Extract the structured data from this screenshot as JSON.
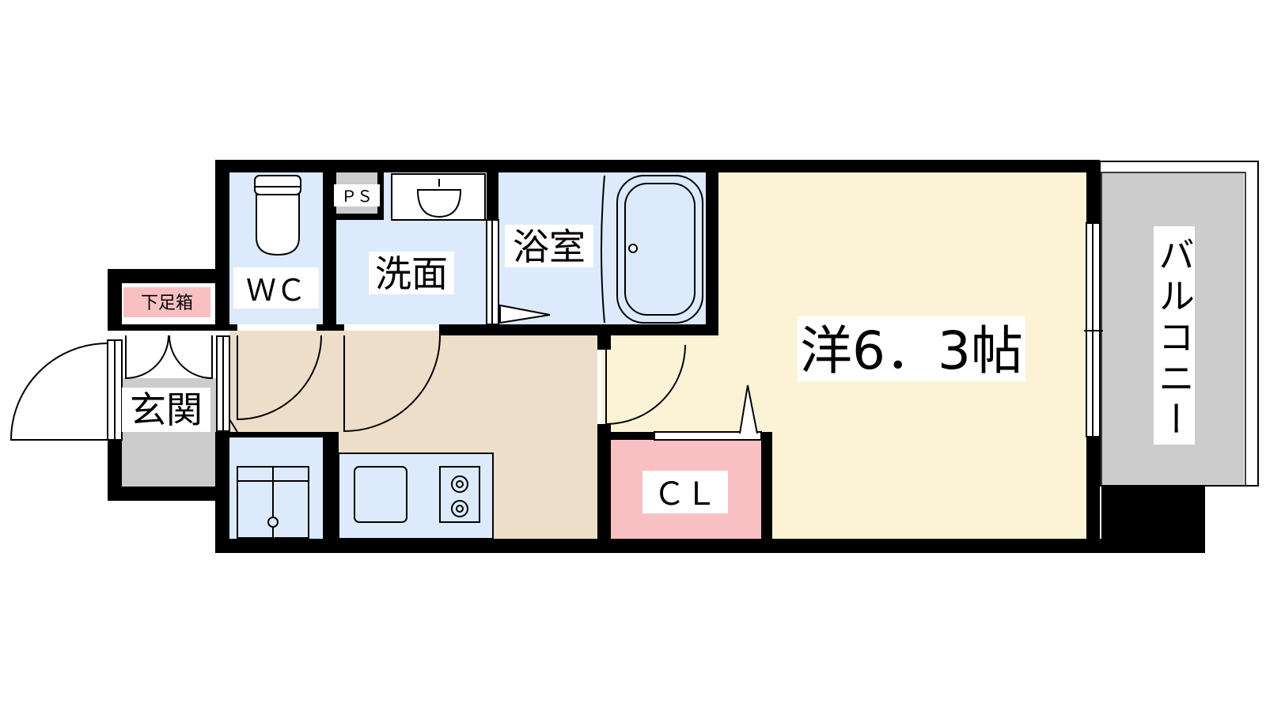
{
  "floor_plan": {
    "colors": {
      "wall": "#000000",
      "wet_area": "#dceafb",
      "hall": "#ecdec8",
      "western_room": "#fcf3d6",
      "closet": "#f9c0c3",
      "shoe_box": "#f9c0c3",
      "genkan": "#cccccc",
      "balcony": "#cccccc",
      "ps": "#cccccc"
    },
    "rooms": {
      "wc": "ＷＣ",
      "ps": "ＰＳ",
      "washroom": "洗面",
      "bathroom": "浴室",
      "western_room": "洋6．3帖",
      "genkan": "玄関",
      "shoe_box": "下足箱",
      "closet": "ＣＬ",
      "balcony": "バルコニー"
    }
  }
}
